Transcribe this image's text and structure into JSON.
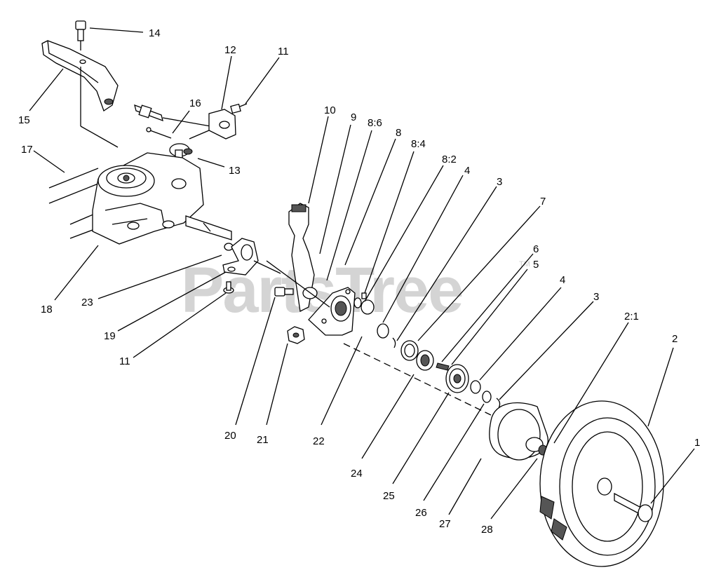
{
  "watermark": {
    "text": "PartsTree",
    "mark": "TM"
  },
  "callouts": [
    {
      "id": "c14",
      "label": "14"
    },
    {
      "id": "c12",
      "label": "12"
    },
    {
      "id": "c11a",
      "label": "11"
    },
    {
      "id": "c16",
      "label": "16"
    },
    {
      "id": "c15",
      "label": "15"
    },
    {
      "id": "c17",
      "label": "17"
    },
    {
      "id": "c13",
      "label": "13"
    },
    {
      "id": "c10",
      "label": "10"
    },
    {
      "id": "c9",
      "label": "9"
    },
    {
      "id": "c8_6",
      "label": "8:6"
    },
    {
      "id": "c8",
      "label": "8"
    },
    {
      "id": "c8_4",
      "label": "8:4"
    },
    {
      "id": "c8_2",
      "label": "8:2"
    },
    {
      "id": "c4a",
      "label": "4"
    },
    {
      "id": "c3a",
      "label": "3"
    },
    {
      "id": "c7",
      "label": "7"
    },
    {
      "id": "c6",
      "label": "6"
    },
    {
      "id": "c5",
      "label": "5"
    },
    {
      "id": "c4b",
      "label": "4"
    },
    {
      "id": "c3b",
      "label": "3"
    },
    {
      "id": "c2_1",
      "label": "2:1"
    },
    {
      "id": "c2",
      "label": "2"
    },
    {
      "id": "c1",
      "label": "1"
    },
    {
      "id": "c18",
      "label": "18"
    },
    {
      "id": "c23",
      "label": "23"
    },
    {
      "id": "c19",
      "label": "19"
    },
    {
      "id": "c11b",
      "label": "11"
    },
    {
      "id": "c20",
      "label": "20"
    },
    {
      "id": "c21",
      "label": "21"
    },
    {
      "id": "c22",
      "label": "22"
    },
    {
      "id": "c24",
      "label": "24"
    },
    {
      "id": "c25",
      "label": "25"
    },
    {
      "id": "c26",
      "label": "26"
    },
    {
      "id": "c27",
      "label": "27"
    },
    {
      "id": "c28",
      "label": "28"
    }
  ]
}
